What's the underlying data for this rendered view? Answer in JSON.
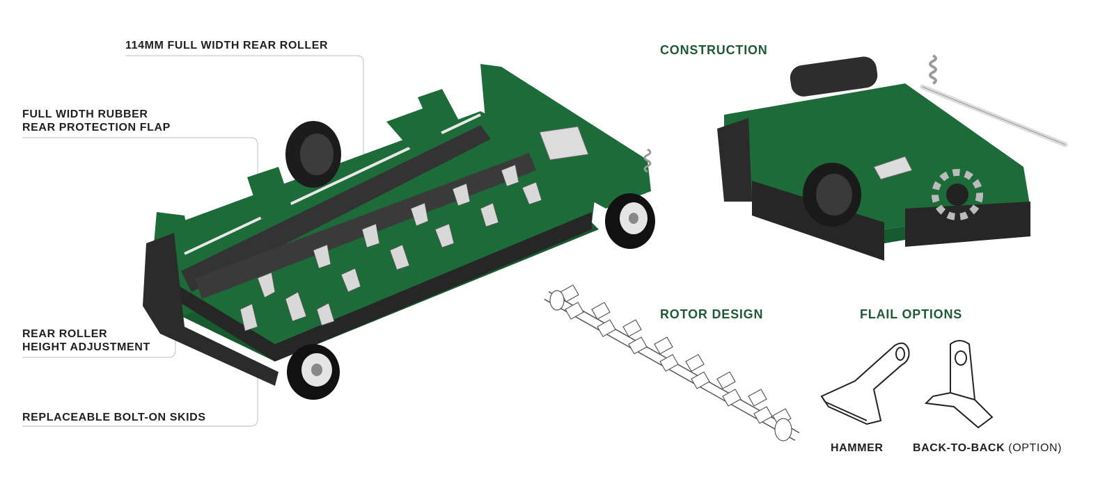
{
  "callouts": {
    "rear_roller": "114MM FULL WIDTH REAR ROLLER",
    "rubber_flap_line1": "FULL WIDTH RUBBER",
    "rubber_flap_line2": "REAR PROTECTION FLAP",
    "height_adj_line1": "REAR ROLLER",
    "height_adj_line2": "HEIGHT ADJUSTMENT",
    "skids": "REPLACEABLE BOLT-ON SKIDS"
  },
  "sections": {
    "construction": "CONSTRUCTION",
    "rotor_design": "ROTOR DESIGN",
    "flail_options": "FLAIL OPTIONS"
  },
  "flails": {
    "hammer": "HAMMER",
    "back_to_back": "BACK-TO-BACK",
    "back_to_back_note": "(OPTION)"
  },
  "colors": {
    "machine_green": "#1e6b3a",
    "heading_green": "#1f5a36",
    "dark_grey": "#2a2a2a",
    "leader_line": "#c9c9c9"
  }
}
